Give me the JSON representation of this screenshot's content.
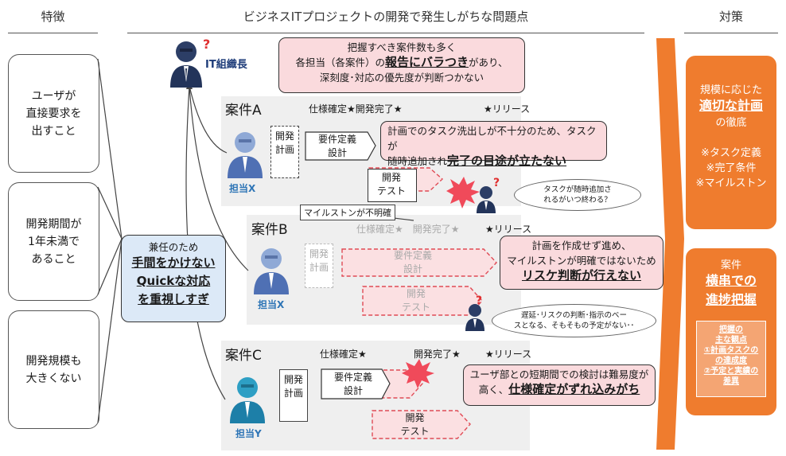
{
  "headers": {
    "features": "特徴",
    "problems": "ビジネスITプロジェクトの開発で発生しがちな問題点",
    "measures": "対策"
  },
  "features": [
    {
      "text": "ユーザが\n直接要求を\n出すこと"
    },
    {
      "text": "開発期間が\n1年未満で\nあること"
    },
    {
      "text": "開発規模も\n大きくない"
    }
  ],
  "manager": {
    "label": "IT組織長",
    "bubble_line1": "把握すべき案件数も多く",
    "bubble_pre": "各担当（各案件）の",
    "bubble_bold": "報告にバラつき",
    "bubble_post": "があり、",
    "bubble_line3": "深刻度･対応の優先度が判断つかない"
  },
  "owner_bubble": {
    "line1": "兼任のため",
    "line2": "手間をかけない",
    "line3": "Quickな対応",
    "line4": "を重視しすぎ"
  },
  "case_a": {
    "title": "案件A",
    "milestones": "仕様確定★開発完了★",
    "release": "★リリース",
    "owner": "担当X",
    "plan": "開発\n計画",
    "req": "要件定義\n設計",
    "dev": "開発\nテスト",
    "bubble_line1": "計画でのタスク洗出しが不十分のため、タスクが",
    "bubble_pre": "随時追加され",
    "bubble_bold": "完了の目途が立たない",
    "thought": "タスクが随時追加さ\nれるがいつ終わる？"
  },
  "milestone_note": "マイルストンが不明確",
  "case_b": {
    "title": "案件B",
    "milestones": "仕様確定★　開発完了★",
    "release": "★リリース",
    "owner": "担当X",
    "plan": "開発\n計画",
    "req": "要件定義\n設計",
    "dev": "開発\nテスト",
    "bubble_line1": "計画を作成せず進め、",
    "bubble_line2": "マイルストンが明確ではないため",
    "bubble_bold": "リスケ判断が行えない",
    "thought": "遅延･リスクの判断･指示のベー\nスとなる、そもそもの予定がない･･"
  },
  "case_c": {
    "title": "案件C",
    "milestone1": "仕様確定★",
    "milestone2": "開発完了★",
    "release": "★リリース",
    "owner": "担当Y",
    "plan": "開発\n計画",
    "req": "要件定義\n設計",
    "dev": "開発\nテスト",
    "bubble_line1": "ユーザ部との短期間での検討は難易度が",
    "bubble_pre": "高く、",
    "bubble_bold": "仕様確定がずれ込みがち"
  },
  "measure1": {
    "line1": "規模に応じた",
    "line2": "適切な計画",
    "line3": "の徹底",
    "item1": "※タスク定義",
    "item2": "※完了条件",
    "item3": "※マイルストン"
  },
  "measure2": {
    "line1": "案件",
    "line2": "横串での",
    "line3": "進捗把握",
    "sub_title1": "把握の",
    "sub_title2": "主な観点",
    "sub_item1a": "①計画タスクの",
    "sub_item1b": "の達成度",
    "sub_item2a": "②予定と実績の",
    "sub_item2b": "差異"
  },
  "colors": {
    "accent_orange": "#ef7c2e",
    "bubble_pink": "#fadadd",
    "panel_gray": "#efefef",
    "person_blue": "#2e75b6",
    "alert_red": "#e03030"
  }
}
